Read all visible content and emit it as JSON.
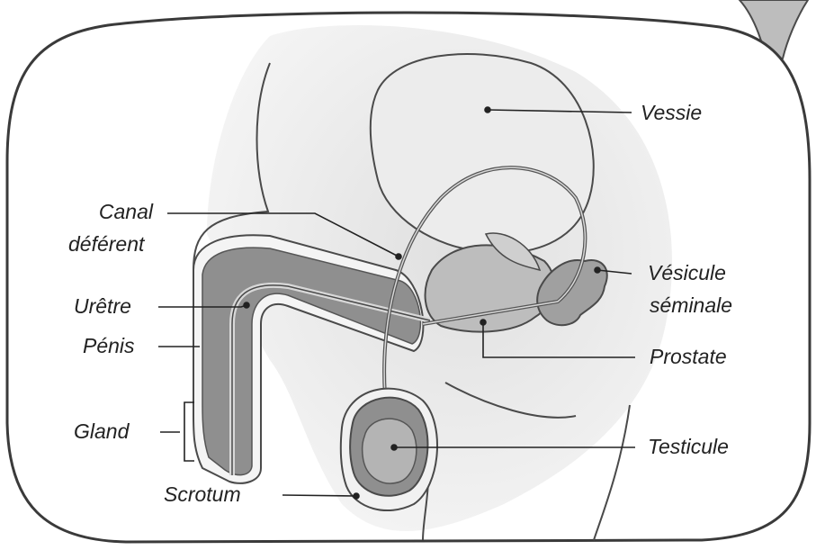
{
  "labels": {
    "vessie": "Vessie",
    "canal_line1": "Canal",
    "canal_line2": "déférent",
    "vesicule_line1": "Vésicule",
    "vesicule_line2": "séminale",
    "uretre": "Urêtre",
    "penis": "Pénis",
    "prostate": "Prostate",
    "gland": "Gland",
    "testicule": "Testicule",
    "scrotum": "Scrotum"
  },
  "colors": {
    "frame": "#3a3a3a",
    "background_shade": "#e9e9e9",
    "tissue_dark": "#8f8f8f",
    "tissue_mid": "#b4b4b4",
    "outline": "#4a4a4a",
    "leader": "#222222"
  }
}
